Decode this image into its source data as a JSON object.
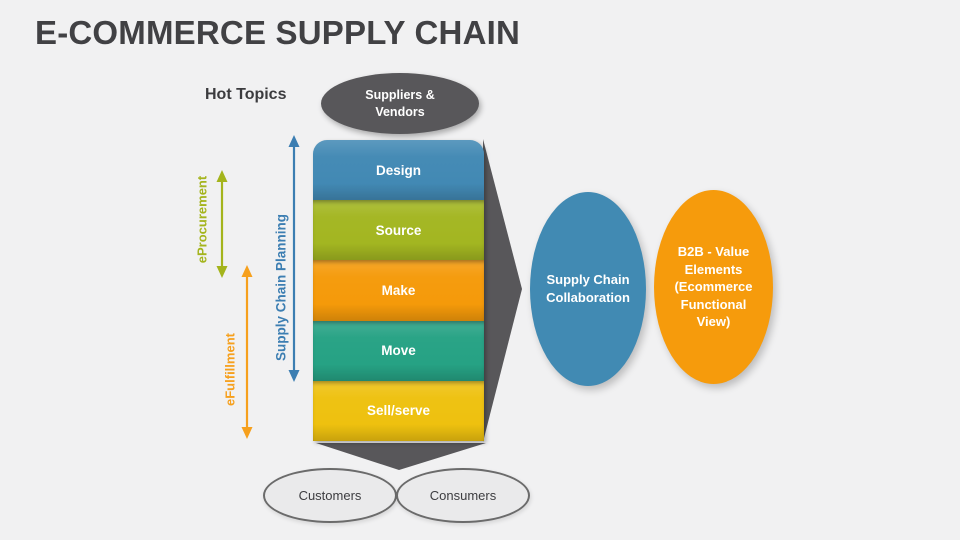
{
  "slide": {
    "title": "E-COMMERCE SUPPLY CHAIN",
    "background_color": "#f1f1f2",
    "hot_topics_label": "Hot Topics"
  },
  "shape_color": "#58575a",
  "suppliers_node": {
    "text": "Suppliers &\nVendors",
    "color": "#58575a"
  },
  "stack": {
    "rows": [
      {
        "label": "Design",
        "color": "#4289b4"
      },
      {
        "label": "Source",
        "color": "#a3b621"
      },
      {
        "label": "Make",
        "color": "#f59a0a"
      },
      {
        "label": "Move",
        "color": "#26a284"
      },
      {
        "label": "Sell/serve",
        "color": "#eec10f"
      }
    ]
  },
  "side_labels": {
    "planning": {
      "label": "Supply Chain Planning",
      "color": "#3c7eb2"
    },
    "procurement": {
      "label": "eProcurement",
      "color": "#a4b41c"
    },
    "fulfillment": {
      "label": "eFulfillment",
      "color": "#f6a01d"
    }
  },
  "collaboration_node": {
    "text": "Supply Chain\nCollaboration",
    "color": "#418ab3"
  },
  "b2b_node": {
    "text": "B2B - Value\nElements\n(Ecommerce\nFunctional\nView)",
    "color": "#f69b0c"
  },
  "customers_node": {
    "label": "Customers"
  },
  "consumers_node": {
    "label": "Consumers"
  }
}
